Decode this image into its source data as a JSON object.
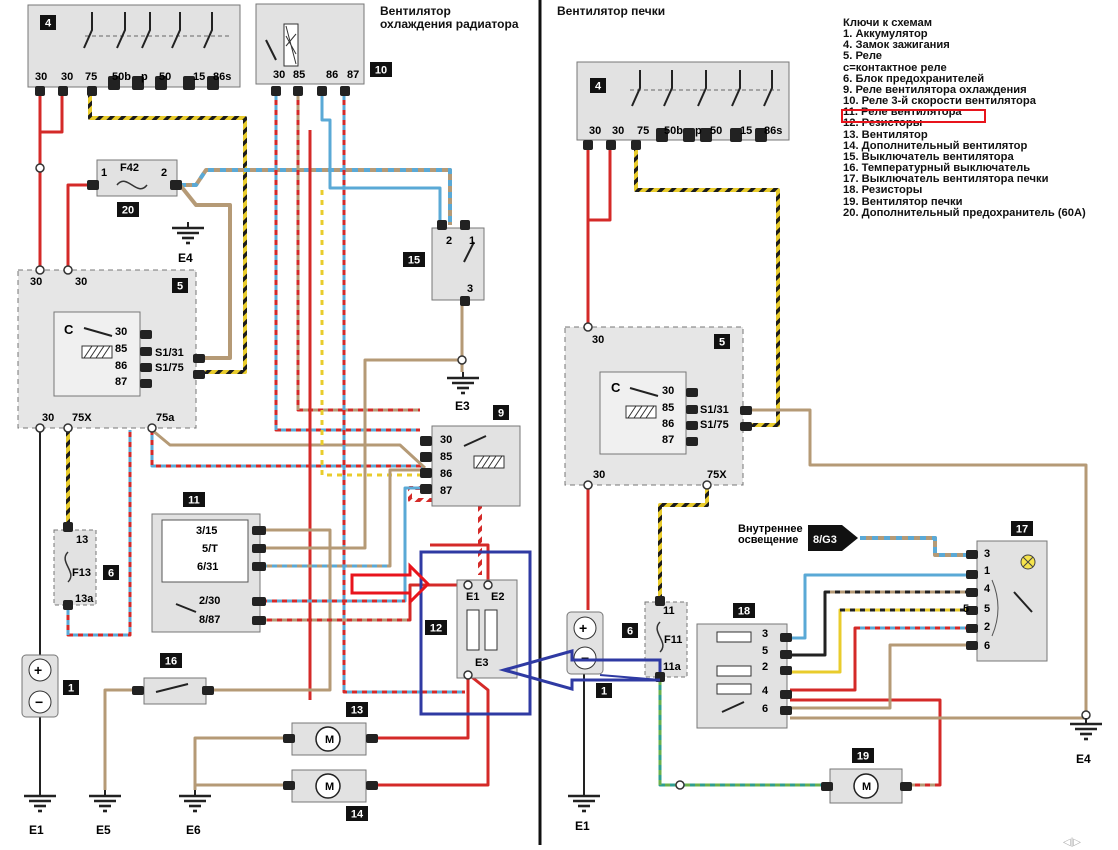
{
  "titles": {
    "radiator_fan_1": "Вентилятор",
    "radiator_fan_2": "охлаждения радиатора",
    "heater_fan": "Вентилятор печки"
  },
  "legend": {
    "title": "Ключи к схемам",
    "items": [
      "1. Аккумулятор",
      "4. Замок зажигания",
      "5. Реле",
      "c=контактное реле",
      "6. Блок предохранителей",
      "9. Реле вентилятора охлаждения",
      "10. Реле 3-й скорости вентилятора",
      "11. Реле вентилятора",
      "12. Резисторы",
      "13. Вентилятор",
      "14. Дополнительный вентилятор",
      "15. Выключатель вентилятора",
      "16. Температурный выключатель",
      "17. Выключатель вентилятора печки",
      "18. Резисторы",
      "19. Вентилятор печки",
      "20. Дополнительный предохранитель (60A)"
    ]
  },
  "badges": {
    "b4a": "4",
    "b10": "10",
    "b20": "20",
    "b15": "15",
    "b5a": "5",
    "b9": "9",
    "b11": "11",
    "b12": "12",
    "b6a": "6",
    "b1a": "1",
    "b16": "16",
    "b13": "13",
    "b14": "14",
    "b4b": "4",
    "b5b": "5",
    "b17": "17",
    "b18": "18",
    "b6b": "6",
    "b1b": "1",
    "b19": "19",
    "g83": "8/G3"
  },
  "interior_light": {
    "line1": "Внутреннее",
    "line2": "освещение"
  },
  "grounds": {
    "e1a": "E1",
    "e5": "E5",
    "e6": "E6",
    "e4a": "E4",
    "e3": "E3",
    "e1b": "E1",
    "e4b": "E4"
  },
  "pins": {
    "ign_left": [
      "30",
      "30",
      "75",
      "50b",
      "p",
      "50",
      "15",
      "86s"
    ],
    "ign_right": [
      "30",
      "30",
      "75",
      "50b",
      "p",
      "50",
      "15",
      "86s"
    ],
    "relay10": [
      "30",
      "85",
      "86",
      "87"
    ],
    "fuse20": {
      "name": "F42",
      "p1": "1",
      "p2": "2"
    },
    "switch15": {
      "p1": "2",
      "p2": "1",
      "p3": "3"
    },
    "relay5": {
      "c": "C",
      "p30": "30",
      "p85": "85",
      "p86": "86",
      "p87": "87",
      "s131": "S1/31",
      "s175": "S1/75",
      "top30a": "30",
      "top30b": "30",
      "b30": "30",
      "b75x": "75X",
      "b75a": "75a"
    },
    "relay5b": {
      "c": "C",
      "p30": "30",
      "p85": "85",
      "p86": "86",
      "p87": "87",
      "s131": "S1/31",
      "s175": "S1/75",
      "top30": "30",
      "b30": "30",
      "b75x": "75X"
    },
    "relay9": [
      "30",
      "85",
      "86",
      "87"
    ],
    "relay11": [
      "3/15",
      "5/T",
      "6/31",
      "2/30",
      "8/87"
    ],
    "res12": {
      "e1": "E1",
      "e2": "E2",
      "e3": "E3"
    },
    "fuse6a": {
      "top": "13",
      "name": "F13",
      "bot": "13a"
    },
    "fuse6b": {
      "top": "11",
      "name": "F11",
      "bot": "11a"
    },
    "battery": {
      "plus": "+",
      "minus": "−"
    },
    "sw17": [
      "3",
      "1",
      "4",
      "5",
      "5",
      "2",
      "6"
    ],
    "res18": [
      "3",
      "5",
      "2",
      "4",
      "6"
    ]
  },
  "colors": {
    "red": "#d42a28",
    "brown": "#b59a76",
    "blue": "#5aa9d6",
    "yellow": "#e9cc2c",
    "green": "#2f9e8f",
    "annot_red": "#e8141c",
    "annot_blue": "#2f3aa3"
  }
}
